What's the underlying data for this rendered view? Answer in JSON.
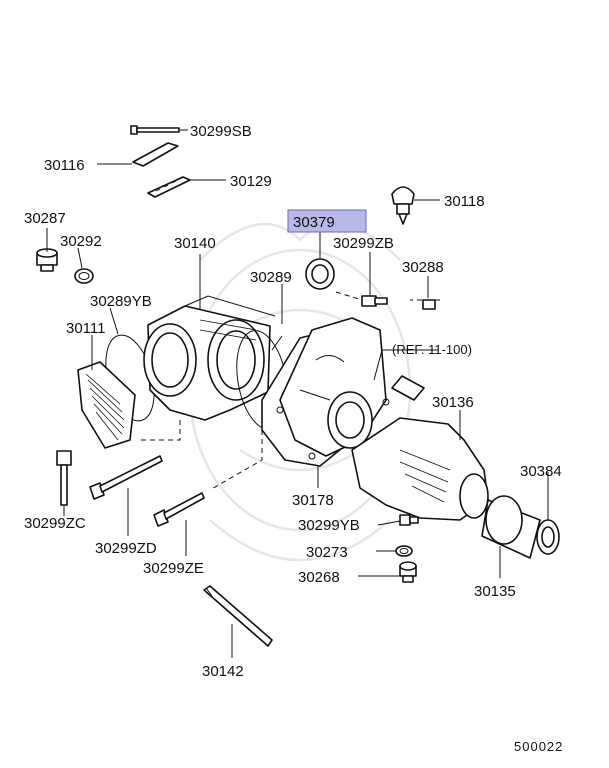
{
  "callouts": {
    "p30299SB": "30299SB",
    "p30116": "30116",
    "p30129": "30129",
    "p30118": "30118",
    "p30287": "30287",
    "p30292": "30292",
    "p30379": "30379",
    "p30140": "30140",
    "p30299ZB": "30299ZB",
    "p30289": "30289",
    "p30288": "30288",
    "p30289YB": "30289YB",
    "p30111": "30111",
    "ref": "(REF. 11-100)",
    "p30136": "30136",
    "p30384": "30384",
    "p30299ZC": "30299ZC",
    "p30178": "30178",
    "p30299YB": "30299YB",
    "p30299ZD": "30299ZD",
    "p30273": "30273",
    "p30299ZE": "30299ZE",
    "p30268": "30268",
    "p30135": "30135",
    "p30142": "30142"
  },
  "highlight": {
    "part": "30379",
    "color": "#b8b8e8"
  },
  "diagram_code": "500022"
}
